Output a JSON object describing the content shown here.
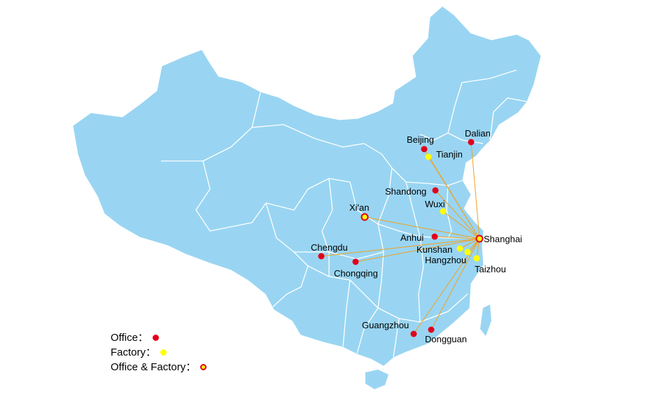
{
  "map": {
    "hub": "Shanghai",
    "colors": {
      "land": "#99d5f2",
      "border": "#ffffff",
      "office": "#e0001b",
      "factory": "#ffff00",
      "line": "#f0a020"
    },
    "cities": [
      {
        "name": "Beijing",
        "type": "office"
      },
      {
        "name": "Dalian",
        "type": "office"
      },
      {
        "name": "Tianjin",
        "type": "factory"
      },
      {
        "name": "Shandong",
        "type": "office"
      },
      {
        "name": "Wuxi",
        "type": "factory"
      },
      {
        "name": "Xi'an",
        "type": "office-factory"
      },
      {
        "name": "Anhui",
        "type": "office"
      },
      {
        "name": "Shanghai",
        "type": "office-factory"
      },
      {
        "name": "Chengdu",
        "type": "office"
      },
      {
        "name": "Kunshan",
        "type": "factory"
      },
      {
        "name": "Hangzhou",
        "type": "factory"
      },
      {
        "name": "Chongqing",
        "type": "office"
      },
      {
        "name": "Taizhou",
        "type": "factory"
      },
      {
        "name": "Guangzhou",
        "type": "office"
      },
      {
        "name": "Dongguan",
        "type": "office"
      }
    ]
  },
  "legend": {
    "office": "Office：",
    "factory": "Factory：",
    "office_factory": "Office & Factory："
  }
}
